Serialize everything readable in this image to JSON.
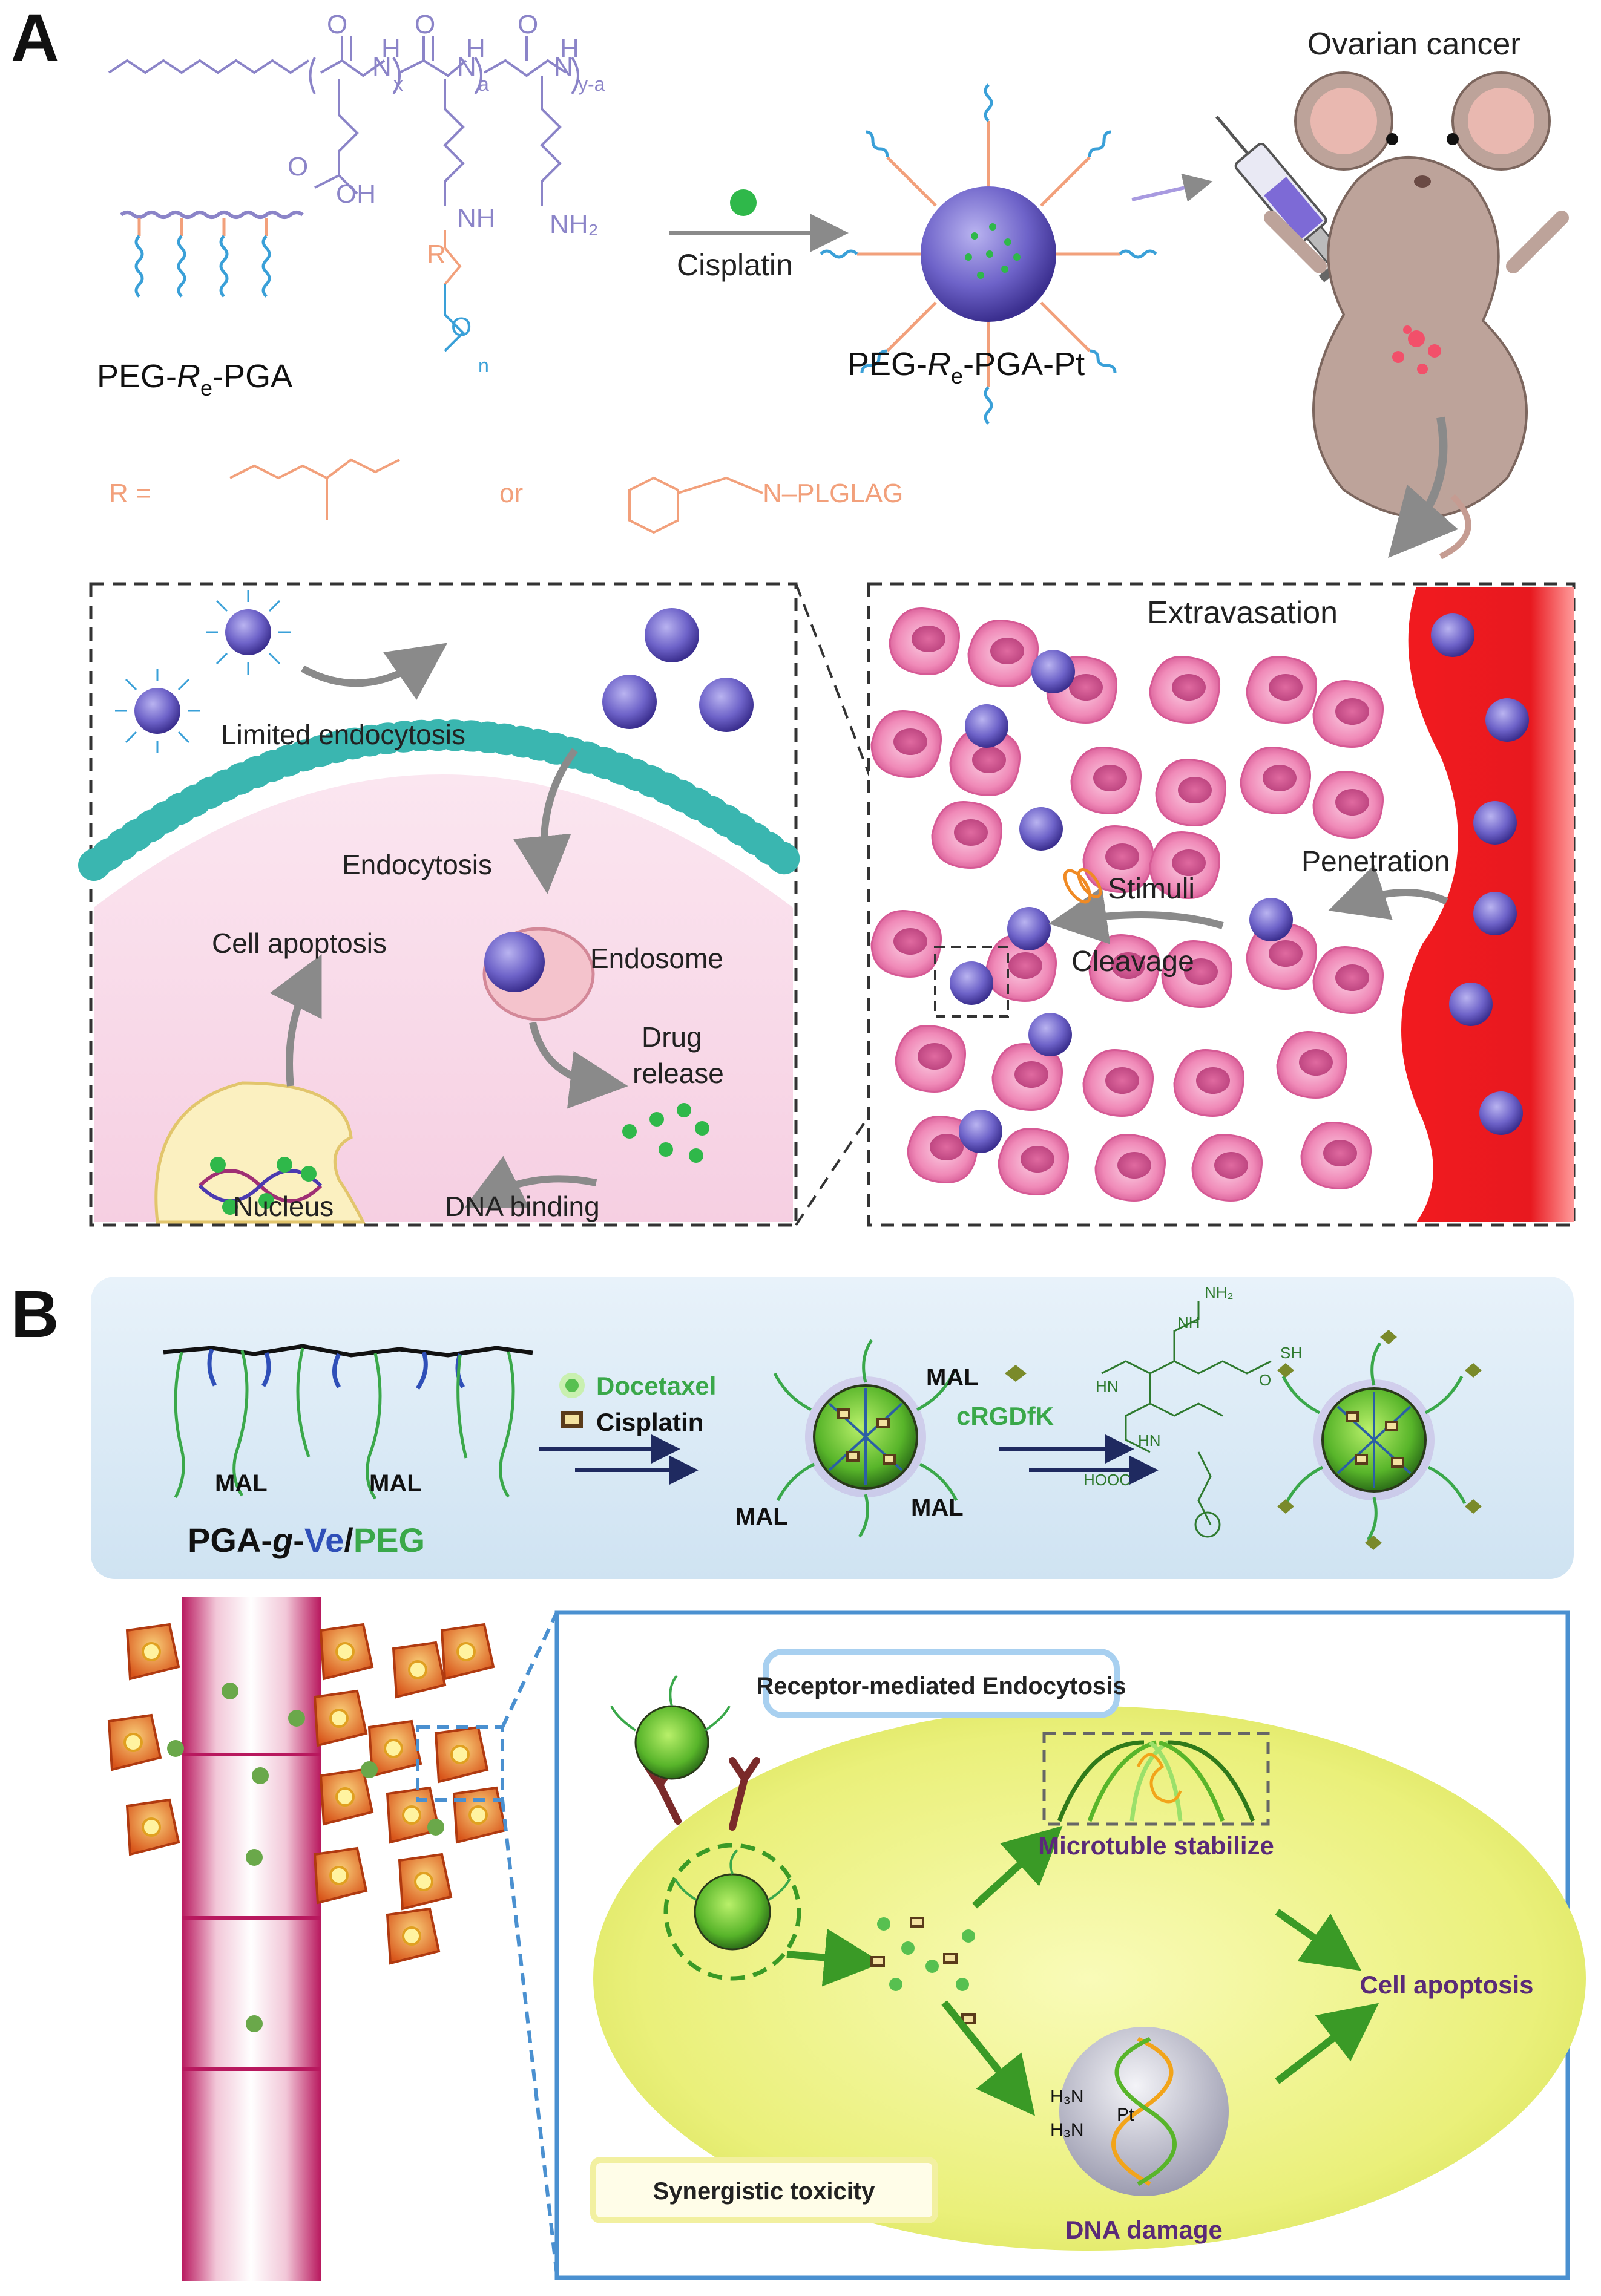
{
  "panel_a": {
    "letter": "A",
    "polymer_name_prefix": "PEG-",
    "polymer_name_r": "R",
    "polymer_name_sub": "e",
    "polymer_name_suffix": "-PGA",
    "cisplatin_label": "Cisplatin",
    "micelle_name_prefix": "PEG-",
    "micelle_name_r": "R",
    "micelle_name_sub": "e",
    "micelle_name_suffix": "-PGA-Pt",
    "ovarian_label": "Ovarian cancer",
    "r_equals": "R =",
    "or_label": "or",
    "peptide_label": "N–PLGLAG",
    "chem_labels": {
      "o1": "O",
      "h1": "H",
      "n1": "N",
      "x": "x",
      "o2": "O",
      "h2": "H",
      "n2": "N",
      "a": "a",
      "o3": "O",
      "h3": "H",
      "n3": "N",
      "ya": "y-a",
      "o4": "O",
      "oh": "OH",
      "nh": "NH",
      "nh2": "NH₂",
      "r": "R",
      "o5": "O",
      "n": "n"
    },
    "cell_box": {
      "limited_endocytosis": "Limited endocytosis",
      "endocytosis": "Endocytosis",
      "cell_apoptosis": "Cell apoptosis",
      "endosome": "Endosome",
      "drug": "Drug",
      "release": "release",
      "nucleus": "Nucleus",
      "dna_binding": "DNA binding"
    },
    "tumor_box": {
      "extravasation": "Extravasation",
      "penetration": "Penetration",
      "stimuli": "Stimuli",
      "cleavage": "Cleavage"
    }
  },
  "panel_b": {
    "letter": "B",
    "mal1": "MAL",
    "mal2": "MAL",
    "mal3": "MAL",
    "mal4": "MAL",
    "mal5": "MAL",
    "polymer_pga": "PGA-",
    "polymer_g": "g",
    "polymer_dash": "-",
    "polymer_ve": "Ve",
    "polymer_slash": "/",
    "polymer_peg": "PEG",
    "docetaxel": "Docetaxel",
    "cisplatin": "Cisplatin",
    "crgdfk": "cRGDfK",
    "peptide_labels": {
      "nh2": "NH₂",
      "nh": "NH",
      "hn1": "HN",
      "hn2": "HN",
      "sh": "SH",
      "hooc": "HOOC",
      "o": "O"
    },
    "receptor_endocytosis": "Receptor-mediated Endocytosis",
    "microtuble": "Microtuble stabilize",
    "cell_apoptosis": "Cell apoptosis",
    "dna_damage": "DNA damage",
    "synergistic": "Synergistic toxicity",
    "pt_labels": {
      "h3n_top": "H₃N",
      "h3n_bot": "H₃N",
      "pt": "Pt"
    }
  },
  "colors": {
    "polymer_purple": "#8b84c8",
    "linker_orange": "#f2a07b",
    "peg_blue": "#3aa0d8",
    "micelle_purple": "#6e63c9",
    "tumor_pink": "#f08ab8",
    "vessel_red": "#e8191f",
    "membrane_teal": "#3ab6b0",
    "panel_b_bg": "#dcebf6",
    "panel_b_frame": "#4a90d0",
    "cell_yellow": "#eaf07a",
    "green_arrow": "#3a9a26",
    "label_purple": "#5a2a78",
    "vessel_magenta": "#b8185e",
    "tumor_orange": "#e46a1c"
  }
}
